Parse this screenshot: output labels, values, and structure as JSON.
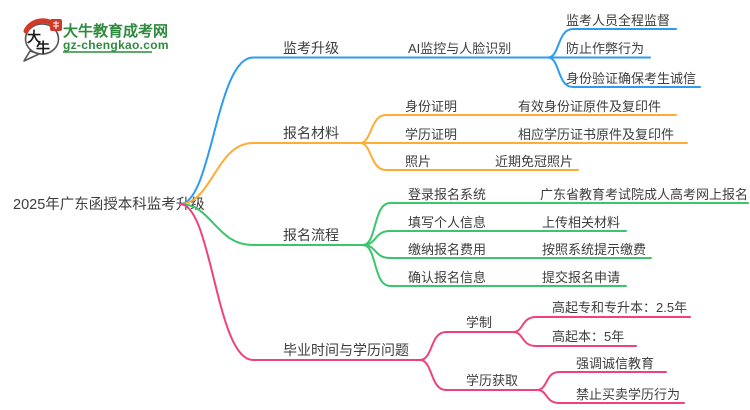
{
  "logo": {
    "title": "大牛教育成考网",
    "domain": "gz-chengkao.com",
    "bubble_chars": {
      "top": "大",
      "bottom": "牛"
    },
    "green": "#2e8b3e",
    "red": "#d03a28"
  },
  "root": {
    "label": "2025年广东函授本科监考升级"
  },
  "text_color": "#3d3d3d",
  "branches": [
    {
      "label": "监考升级",
      "color": "#2d9cf0",
      "children": [
        {
          "label": "AI监控与人脸识别",
          "leaves": [
            "监考人员全程监督",
            "防止作弊行为",
            "身份验证确保考生诚信"
          ]
        }
      ]
    },
    {
      "label": "报名材料",
      "color": "#ffac33",
      "children": [
        {
          "label": "身份证明",
          "leaves": [
            "有效身份证原件及复印件"
          ]
        },
        {
          "label": "学历证明",
          "leaves": [
            "相应学历证书原件及复印件"
          ]
        },
        {
          "label": "照片",
          "leaves": [
            "近期免冠照片"
          ]
        }
      ]
    },
    {
      "label": "报名流程",
      "color": "#3bc56d",
      "children": [
        {
          "label": "登录报名系统",
          "leaves": [
            "广东省教育考试院成人高考网上报名"
          ]
        },
        {
          "label": "填写个人信息",
          "leaves": [
            "上传相关材料"
          ]
        },
        {
          "label": "缴纳报名费用",
          "leaves": [
            "按照系统提示缴费"
          ]
        },
        {
          "label": "确认报名信息",
          "leaves": [
            "提交报名申请"
          ]
        }
      ]
    },
    {
      "label": "毕业时间与学历问题",
      "color": "#f0417f",
      "children": [
        {
          "label": "学制",
          "leaves": [
            "高起专和专升本：2.5年",
            "高起本：5年"
          ]
        },
        {
          "label": "学历获取",
          "leaves": [
            "强调诚信教育",
            "禁止买卖学历行为"
          ]
        }
      ]
    }
  ]
}
